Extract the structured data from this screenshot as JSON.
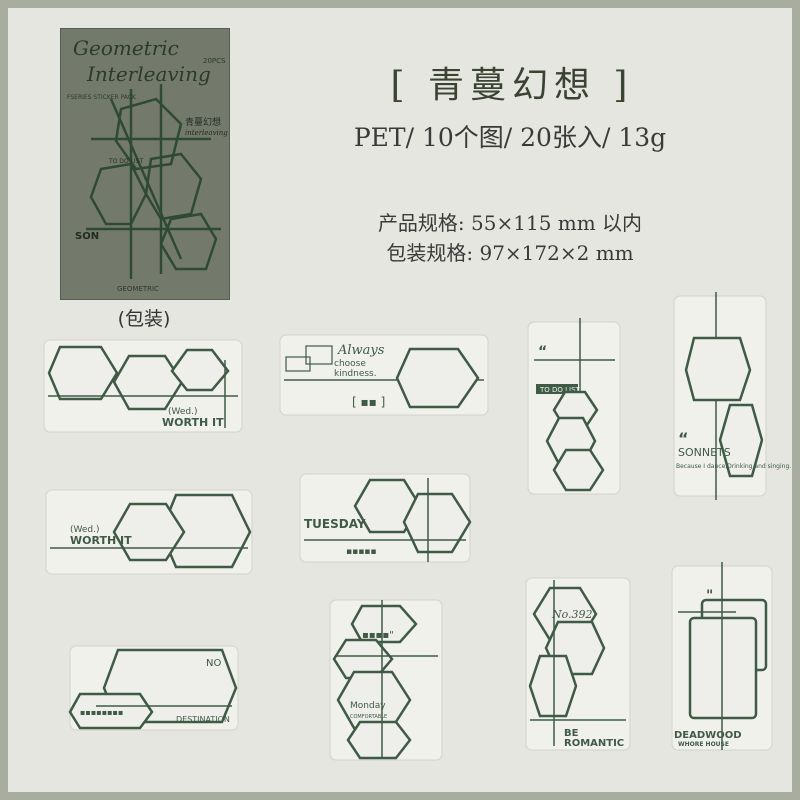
{
  "product": {
    "title": "[ 青蔓幻想 ]",
    "specs": "PET/ 10个图/ 20张入/ 13g",
    "size_line1": "产品规格: 55×115 mm 以内",
    "size_line2": "包装规格: 97×172×2 mm",
    "package_caption": "(包装)"
  },
  "package": {
    "title_line1": "Geometric",
    "title_line2": "Interleaving",
    "badge": "20PCS",
    "series_line": "FSERIES STICKER PACK",
    "chinese_name": "青蔓幻想",
    "small_name": "interleaving",
    "footer": "GEOMETRIC",
    "todo": "TO DO LIST",
    "quote": "SON"
  },
  "stickers": {
    "s1_day": "(Wed.)",
    "s1_text": "WORTH IT",
    "s2_script": "Always",
    "s2_text1": "choose",
    "s2_text2": "kindness.",
    "s3_todo": "TO DO LIST",
    "s4_word": "SONNETS",
    "s4_small": "Because I dance,Drinking and singing.",
    "s5_day": "(Wed.)",
    "s5_text": "WORTH IT",
    "s6_day": "TUESDAY",
    "s7_no": "NO",
    "s7_dest": "DESTINATION",
    "s8_day": "Monday",
    "s8_small": "COMFORTABLE",
    "s9_no": "No.392",
    "s9_be": "BE",
    "s9_rom": "ROMANTIC",
    "s10_title": "DEADWOOD",
    "s10_sub": "WHORE HOUSE"
  },
  "colors": {
    "accent": "#3f5a45",
    "panel": "#e6e6e0",
    "frame": "#a9ad9f"
  }
}
